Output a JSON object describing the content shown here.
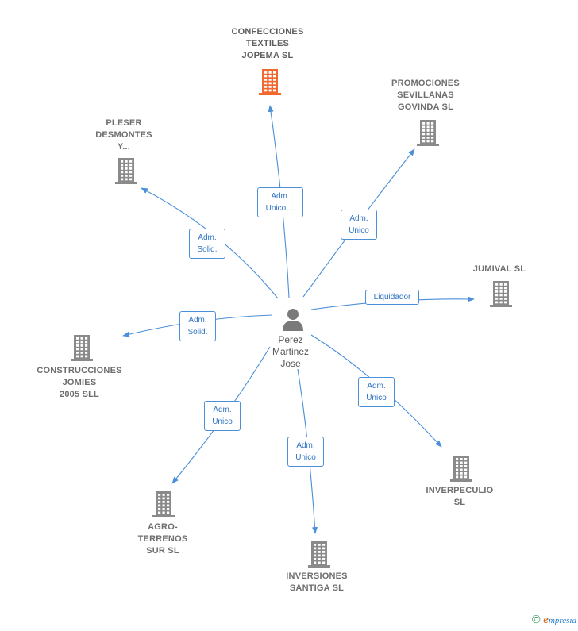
{
  "center": {
    "name": "Perez\nMartinez\nJose"
  },
  "companies": [
    {
      "id": "jopema",
      "label": "CONFECCIONES\nTEXTILES\nJOPEMA  SL",
      "highlight": true
    },
    {
      "id": "promociones",
      "label": "PROMOCIONES\nSEVILLANAS\nGOVINDA  SL",
      "highlight": false
    },
    {
      "id": "pleser",
      "label": "PLESER\nDESMONTES\nY...",
      "highlight": false
    },
    {
      "id": "jumival",
      "label": "JUMIVAL SL",
      "highlight": false
    },
    {
      "id": "jomies",
      "label": "CONSTRUCCIONES\nJOMIES\n2005 SLL",
      "highlight": false
    },
    {
      "id": "inverpeculio",
      "label": "INVERPECULIO\nSL",
      "highlight": false
    },
    {
      "id": "agro",
      "label": "AGRO-\nTERRENOS\nSUR SL",
      "highlight": false
    },
    {
      "id": "santiga",
      "label": "INVERSIONES\nSANTIGA SL",
      "highlight": false
    }
  ],
  "roles": [
    {
      "id": "jopema",
      "label": "Adm.\nUnico,..."
    },
    {
      "id": "promociones",
      "label": "Adm.\nUnico"
    },
    {
      "id": "pleser",
      "label": "Adm.\nSolid."
    },
    {
      "id": "jumival",
      "label": "Liquidador"
    },
    {
      "id": "jomies",
      "label": "Adm.\nSolid."
    },
    {
      "id": "inverpeculio",
      "label": "Adm.\nUnico"
    },
    {
      "id": "agro",
      "label": "Adm.\nUnico"
    },
    {
      "id": "santiga",
      "label": "Adm.\nUnico"
    }
  ],
  "colors": {
    "edge": "#4a8fd8",
    "building": "#8a8a8a",
    "building_highlight": "#f2682f",
    "person": "#7a7a7a"
  },
  "footer": {
    "copyright": "©",
    "brand_initial": "e",
    "brand_rest": "mpresia"
  }
}
